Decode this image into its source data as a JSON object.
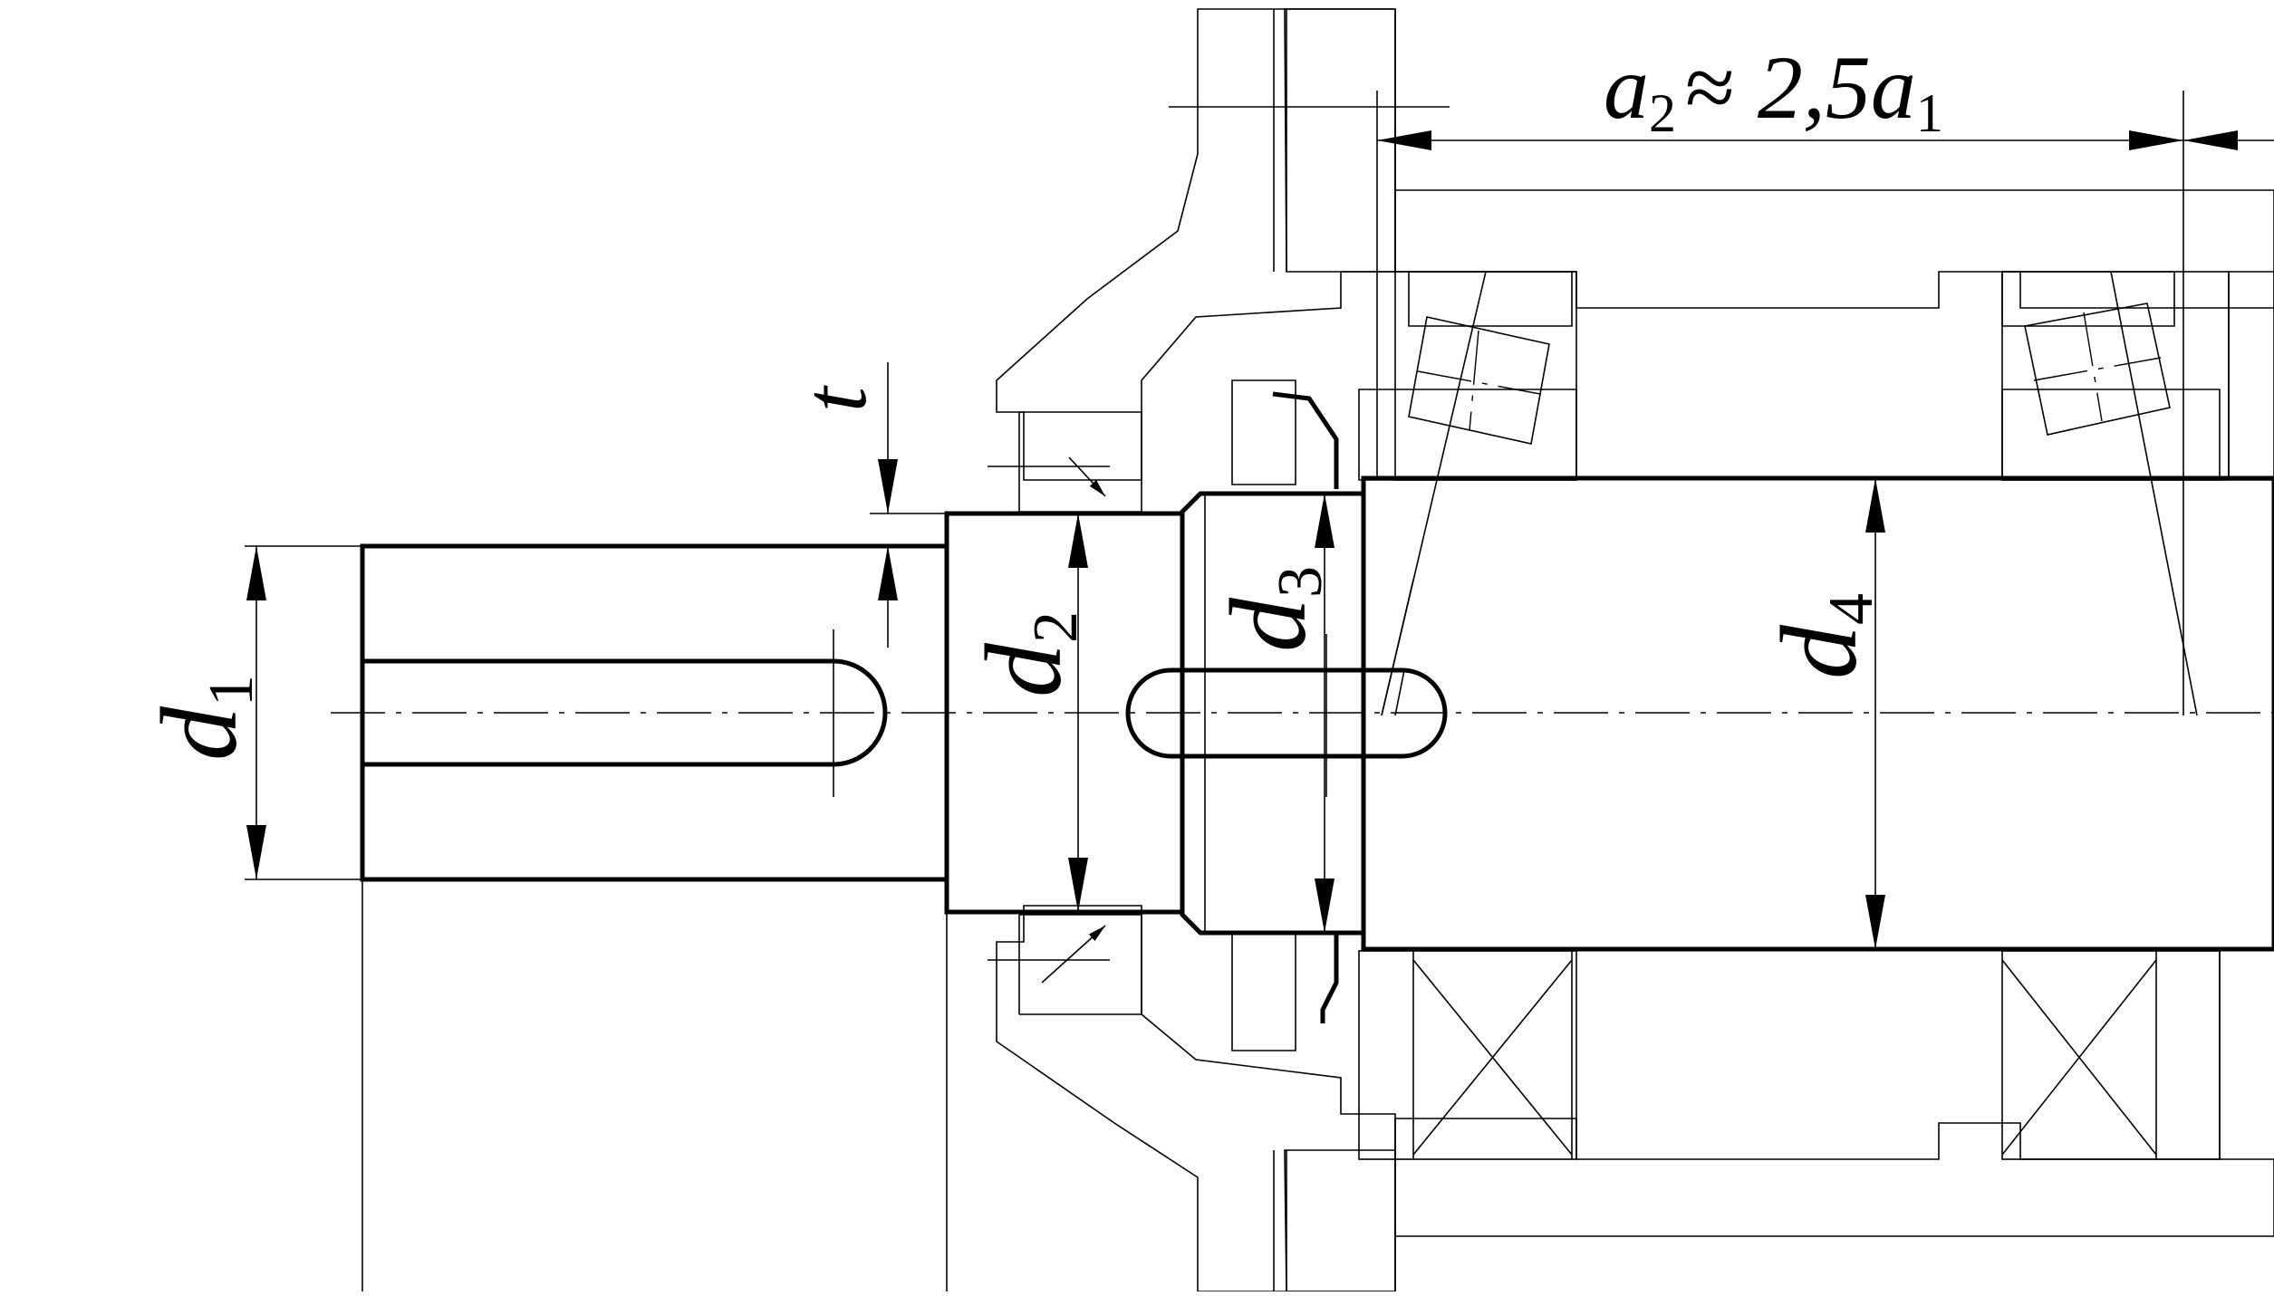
{
  "drawing": {
    "labels": {
      "d1": {
        "main": "d",
        "sub": "1"
      },
      "d2": {
        "main": "d",
        "sub": "2"
      },
      "d3": {
        "main": "d",
        "sub": "3"
      },
      "d4": {
        "main": "d",
        "sub": "4"
      },
      "t": "t",
      "a2_formula": {
        "a": "a",
        "a_sub": "2",
        "approx": "≈",
        "coef": " 2,5",
        "a1": "a",
        "a1_sub": "1"
      }
    }
  }
}
